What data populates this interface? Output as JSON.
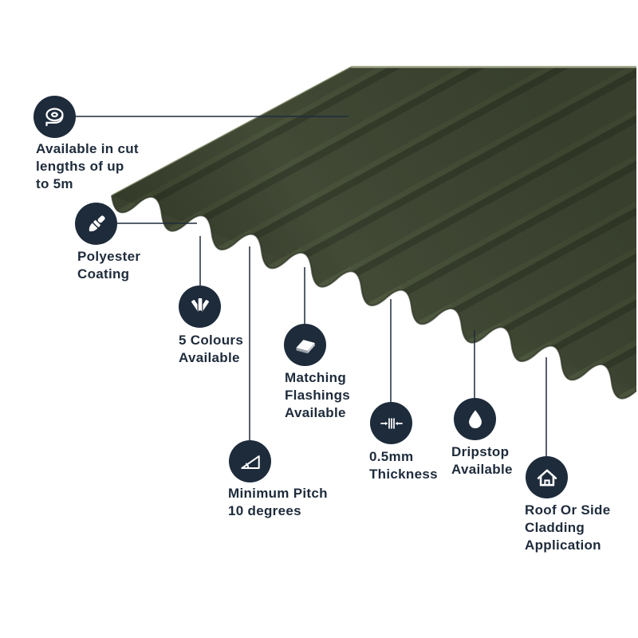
{
  "theme": {
    "bg": "#ffffff",
    "navy": "#1e2b3b",
    "sheet_base": "#424a36",
    "sheet_dark": "#2b3122",
    "sheet_light": "#5a6448",
    "sheet_edge": "#9aa284"
  },
  "features": [
    {
      "id": "cut-lengths",
      "icon": "tape-measure-icon",
      "label": "Available in cut\nlengths of up\nto 5m"
    },
    {
      "id": "polyester-coating",
      "icon": "paint-brush-icon",
      "label": "Polyester\nCoating"
    },
    {
      "id": "colours",
      "icon": "colour-swatches-icon",
      "label": "5 Colours\nAvailable"
    },
    {
      "id": "flashings",
      "icon": "flashing-sheet-icon",
      "label": "Matching\nFlashings\nAvailable"
    },
    {
      "id": "minimum-pitch",
      "icon": "pitch-angle-icon",
      "label": "Minimum Pitch\n10 degrees"
    },
    {
      "id": "thickness",
      "icon": "thickness-arrows-icon",
      "label": "0.5mm\nThickness"
    },
    {
      "id": "dripstop",
      "icon": "water-droplet-icon",
      "label": "Dripstop\nAvailable"
    },
    {
      "id": "cladding",
      "icon": "house-icon",
      "label": "Roof Or Side\nCladding\nApplication"
    }
  ]
}
